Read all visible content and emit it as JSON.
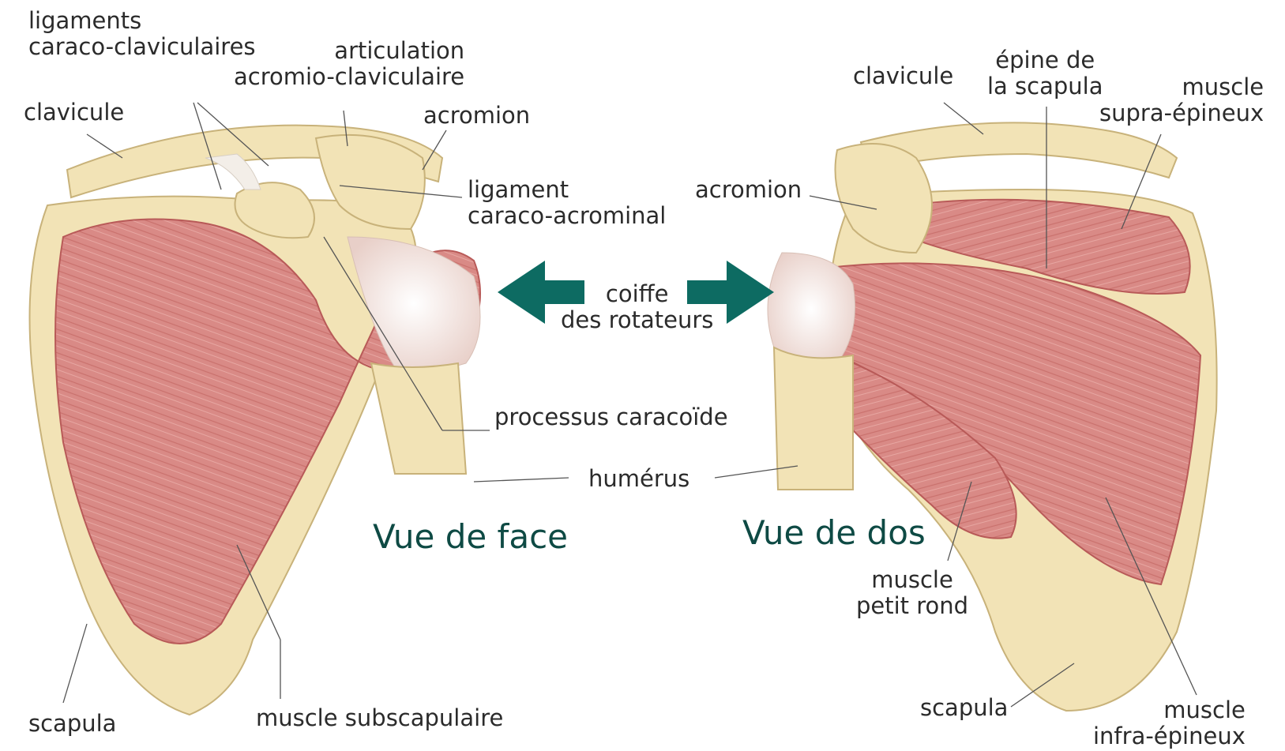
{
  "colors": {
    "bone": "#f2e3b6",
    "bone_shadow": "#d9c48a",
    "muscle": "#d98a86",
    "muscle_dark": "#b85a58",
    "tendon": "#f3eee8",
    "arrow": "#0d6b62",
    "view_title": "#0e4a44"
  },
  "front": {
    "title": "Vue de face",
    "labels": {
      "coraco_clavicular": "ligaments\ncaraco-claviculaires",
      "ac_joint": "articulation\nacromio-claviculaire",
      "clavicle": "clavicule",
      "acromion": "acromion",
      "coraco_acromial": "ligament\ncaraco-acrominal",
      "coracoid": "processus caracoïde",
      "scapula": "scapula",
      "subscapularis": "muscle subscapulaire"
    }
  },
  "center": {
    "rotator_cuff": "coiffe\ndes rotateurs",
    "humerus": "humérus"
  },
  "back": {
    "title": "Vue de dos",
    "labels": {
      "clavicle": "clavicule",
      "scapular_spine": "épine de\nla scapula",
      "supraspinatus": "muscle\nsupra-épineux",
      "acromion": "acromion",
      "teres_minor": "muscle\npetit rond",
      "scapula": "scapula",
      "infraspinatus": "muscle\ninfra-épineux"
    }
  }
}
